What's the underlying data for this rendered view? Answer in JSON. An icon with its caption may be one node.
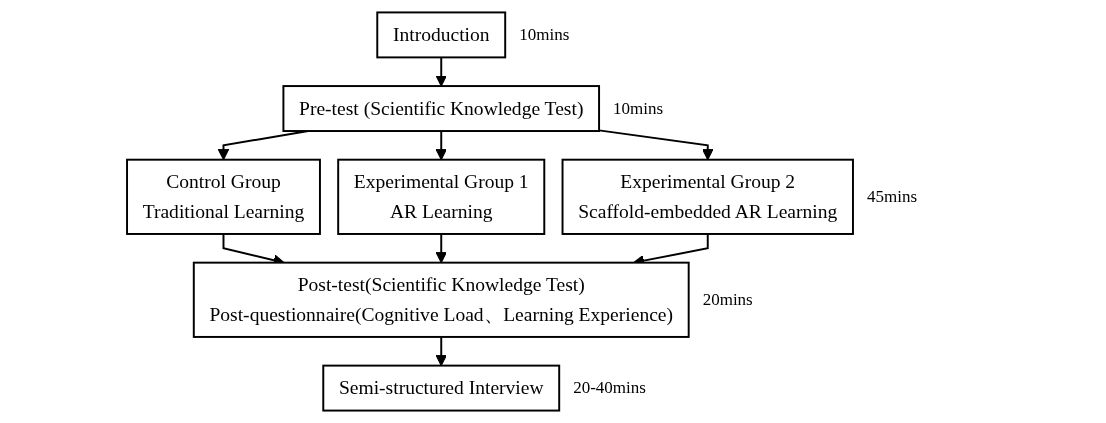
{
  "diagram": {
    "nodes": [
      {
        "text": [
          "Introduction"
        ],
        "beside": [
          "10mins"
        ]
      },
      {
        "text": [
          "Pre-test (Scientific Knowledge Test)"
        ],
        "beside": [
          "10mins"
        ]
      },
      {
        "text": [
          "Control Group",
          "Traditional Learning"
        ]
      },
      {
        "text": [
          "Experimental Group 1",
          "AR Learning"
        ]
      },
      {
        "text": [
          "Experimental Group 2",
          "Scaffold-embedded AR Learning"
        ],
        "beside": [
          "45mins"
        ]
      },
      {
        "text": [
          "Post-test(Scientific Knowledge Test)",
          "Post-questionnaire(Cognitive Load、Learning Experience)"
        ],
        "beside": [
          "20mins"
        ]
      },
      {
        "text": [
          "Semi-structured Interview"
        ],
        "beside": [
          "20-40mins"
        ]
      }
    ],
    "edges": [
      {
        "from": 0,
        "to": 1,
        "arrow": "to"
      },
      {
        "from": 1,
        "to": 2,
        "arrow": "to"
      },
      {
        "from": 1,
        "to": 3,
        "arrow": "to"
      },
      {
        "from": 1,
        "to": 4,
        "arrow": "to"
      },
      {
        "from": 2,
        "to": 5,
        "arrow": "to"
      },
      {
        "from": 3,
        "to": 5,
        "arrow": "to"
      },
      {
        "from": 4,
        "to": 5,
        "arrow": "to"
      },
      {
        "from": 5,
        "to": 6,
        "arrow": "to"
      }
    ]
  }
}
